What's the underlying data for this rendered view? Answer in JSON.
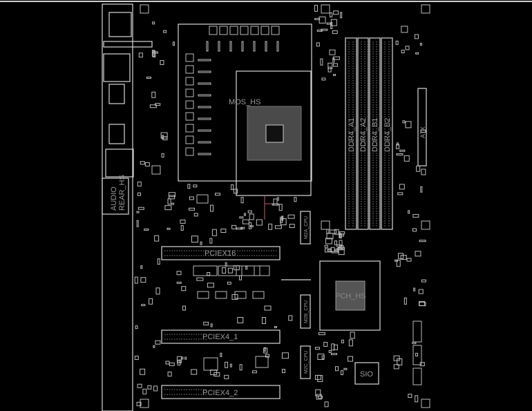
{
  "window": {
    "title": "Boardview"
  },
  "board": {
    "labels": {
      "mos_hs": "MOS_HS",
      "ddr4_a1": "DDR4_A1",
      "ddr4_a2": "DDR4_A2",
      "ddr4_b1": "DDR4_B1",
      "ddr4_b2": "DDR4_B2",
      "atx": "ATX",
      "pciex16": "PCIEX16",
      "pciex4_1": "PCIEX4_1",
      "pciex4_2": "PCIEX4_2",
      "m2a_cpu": "M2A_CPU",
      "m2b_cpu": "M2B_CPU",
      "m2c_cpu": "M2C_CPU",
      "pch_hs": "PCH_HS",
      "sio": "SIO",
      "audio": "AUDIO",
      "rear_hs": "REAR_HS"
    },
    "colors": {
      "background": "#000000",
      "outline": "#d8d8d8",
      "label": "#9a9a9a",
      "cursor": "#c06070"
    }
  }
}
